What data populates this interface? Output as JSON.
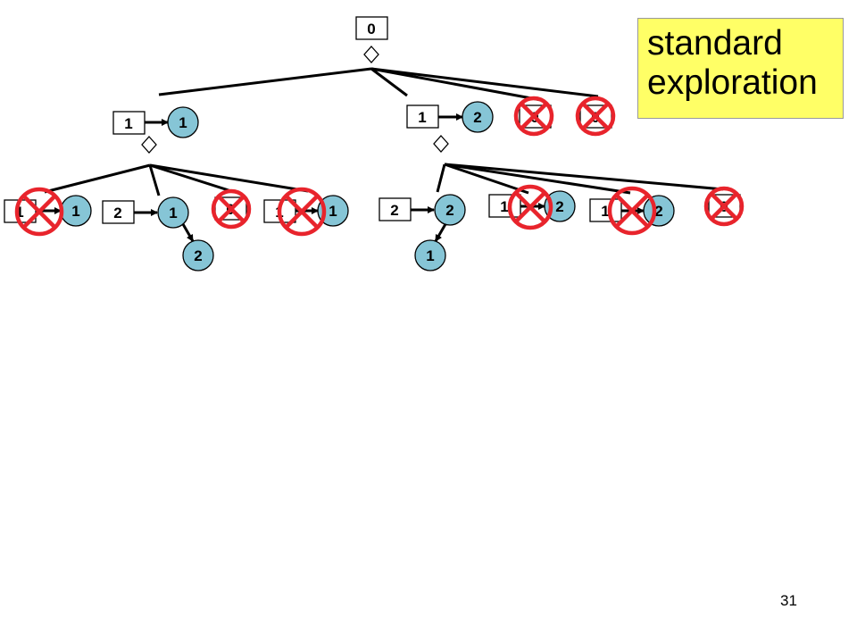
{
  "slide": {
    "callout_line1": "standard",
    "callout_line2": "exploration",
    "page_number": "31",
    "callout_color": "#ffff66"
  },
  "colors": {
    "node_fill": "#86c5d6",
    "prune_mark": "#e8242c",
    "line": "#000000"
  },
  "diagram": {
    "root_box": "0",
    "left_branch": {
      "box": "1",
      "node": "1"
    },
    "right_branch": {
      "box": "1",
      "node": "2",
      "pruned_boxes": [
        "0",
        "0"
      ]
    },
    "left_children": [
      {
        "box": "1",
        "node": "1",
        "pruned": true
      },
      {
        "box": "2",
        "node": "1",
        "child_node": "2",
        "pruned": false
      },
      {
        "box": "0",
        "pruned": true
      },
      {
        "box": "1",
        "node": "1",
        "pruned": true
      }
    ],
    "right_children": [
      {
        "box": "2",
        "node": "2",
        "child_node": "1",
        "pruned": false
      },
      {
        "box": "1",
        "node": "2",
        "pruned": true
      },
      {
        "box": "1",
        "node": "2",
        "pruned": true
      },
      {
        "box": "0",
        "pruned": true
      }
    ],
    "branch_icon": "diamond-icon",
    "prune_icon": "crossed-circle-icon"
  }
}
